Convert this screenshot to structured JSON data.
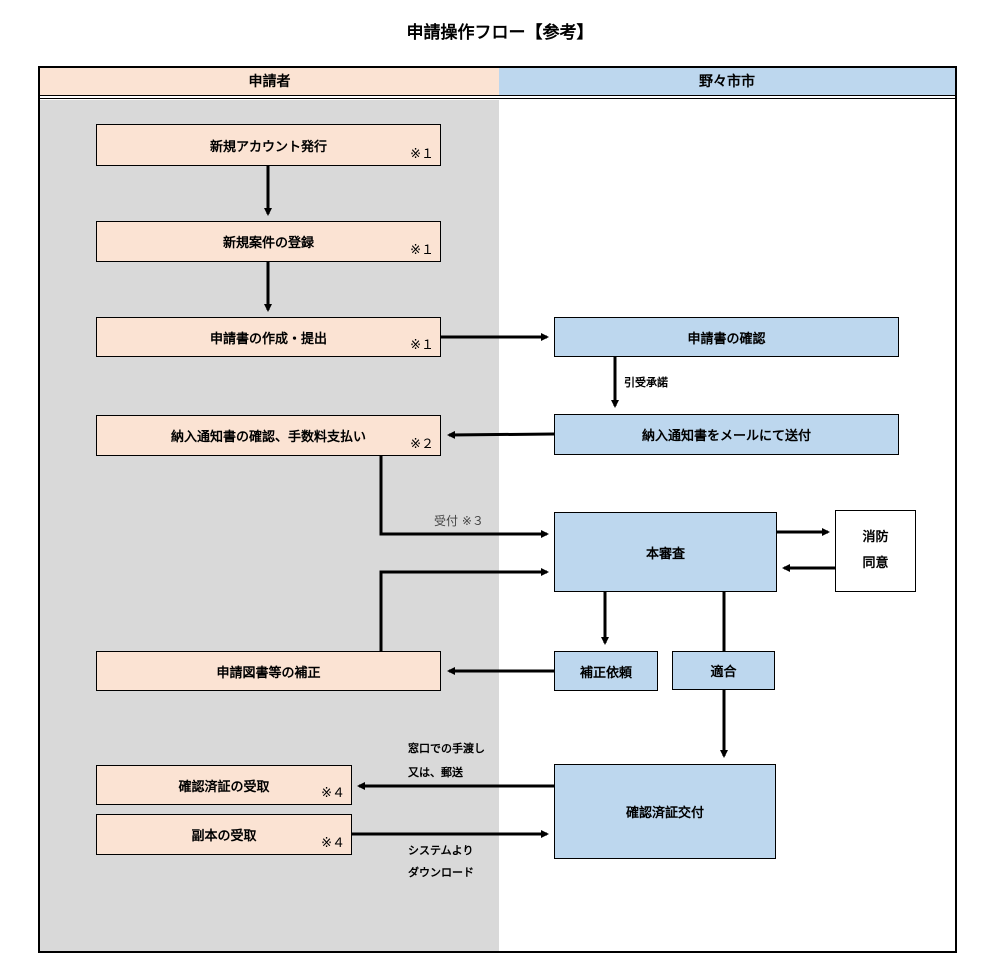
{
  "title": "申請操作フロー【参考】",
  "lanes": {
    "applicant": "申請者",
    "city": "野々市市"
  },
  "boxes": {
    "new_account": "新規アカウント発行",
    "new_case": "新規案件の登録",
    "create_submit": "申請書の作成・提出",
    "payment": "納入通知書の確認、手数料支払い",
    "correction": "申請図書等の補正",
    "receive_cert": "確認済証の受取",
    "receive_copy": "副本の受取",
    "check_app": "申請書の確認",
    "send_notice": "納入通知書をメールにて送付",
    "main_review": "本審査",
    "fire_consent": "消防\n同意",
    "request_fix": "補正依頼",
    "conform": "適合",
    "issue_cert": "確認済証交付"
  },
  "notes": {
    "n1": "※１",
    "n2": "※２",
    "n4": "※４"
  },
  "labels": {
    "accept_undertake": "引受承諾",
    "received": "受付 ※３",
    "window_line1": "窓口での手渡し",
    "window_line2": "又は、郵送",
    "system_line1": "システムより",
    "system_line2": "ダウンロード"
  },
  "colors": {
    "applicant": "#fbe3d3",
    "city": "#bdd7ee",
    "lane_bg": "#d9d9d9"
  }
}
